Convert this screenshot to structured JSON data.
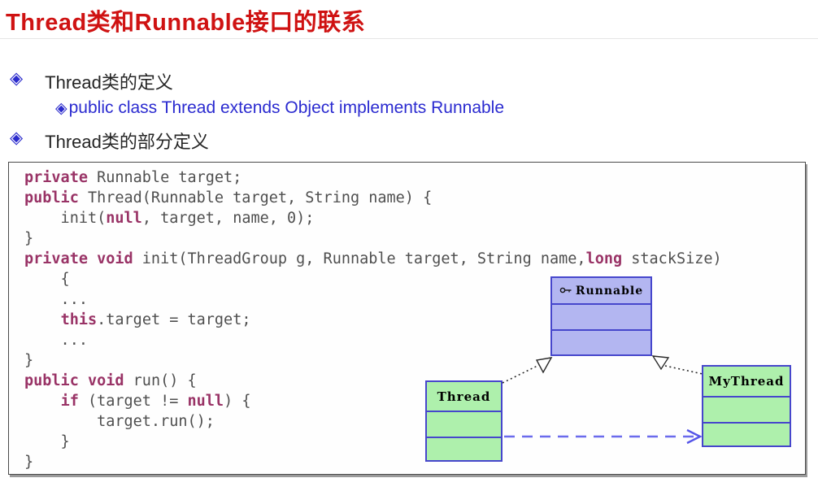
{
  "title": "Thread类和Runnable接口的联系",
  "bullets": {
    "marker": "◈",
    "item1": "Thread类的定义",
    "sub1": "public class Thread extends Object implements Runnable",
    "item2": "Thread类的部分定义"
  },
  "code": {
    "lines": [
      [
        {
          "t": "private",
          "k": true
        },
        {
          "t": " Runnable target;"
        }
      ],
      [
        {
          "t": "public",
          "k": true
        },
        {
          "t": " Thread(Runnable target, String name) {"
        }
      ],
      [
        {
          "t": "    init("
        },
        {
          "t": "null",
          "k": true
        },
        {
          "t": ", target, name, 0);"
        }
      ],
      [
        {
          "t": "}"
        }
      ],
      [
        {
          "t": "private void",
          "k": true
        },
        {
          "t": " init(ThreadGroup g, Runnable target, String name,"
        },
        {
          "t": "long",
          "k": true
        },
        {
          "t": " stackSize)"
        }
      ],
      [
        {
          "t": "    {"
        }
      ],
      [
        {
          "t": "    ..."
        }
      ],
      [
        {
          "t": "    "
        },
        {
          "t": "this",
          "k": true
        },
        {
          "t": ".target = target;"
        }
      ],
      [
        {
          "t": "    ..."
        }
      ],
      [
        {
          "t": "}"
        }
      ],
      [
        {
          "t": "public void",
          "k": true
        },
        {
          "t": " run() {"
        }
      ],
      [
        {
          "t": "    "
        },
        {
          "t": "if",
          "k": true
        },
        {
          "t": " (target != "
        },
        {
          "t": "null",
          "k": true
        },
        {
          "t": ") {"
        }
      ],
      [
        {
          "t": "        target.run();"
        }
      ],
      [
        {
          "t": "    }"
        }
      ],
      [
        {
          "t": "}"
        }
      ]
    ]
  },
  "diagram": {
    "interface_label": "Runnable",
    "thread_label": "Thread",
    "mythread_label": "MyThread"
  },
  "colors": {
    "title_red": "#cf1212",
    "bullet_blue": "#2b2bcc",
    "sub_bullet_blue": "#2b2bd0",
    "keyword_maroon": "#993366",
    "code_gray": "#4f4f4f",
    "interface_fill": "#b3b6f1",
    "class_fill": "#aef0ac",
    "uml_border_blue": "#4646cc",
    "dashed_arrow_blue": "#6b6bec"
  }
}
